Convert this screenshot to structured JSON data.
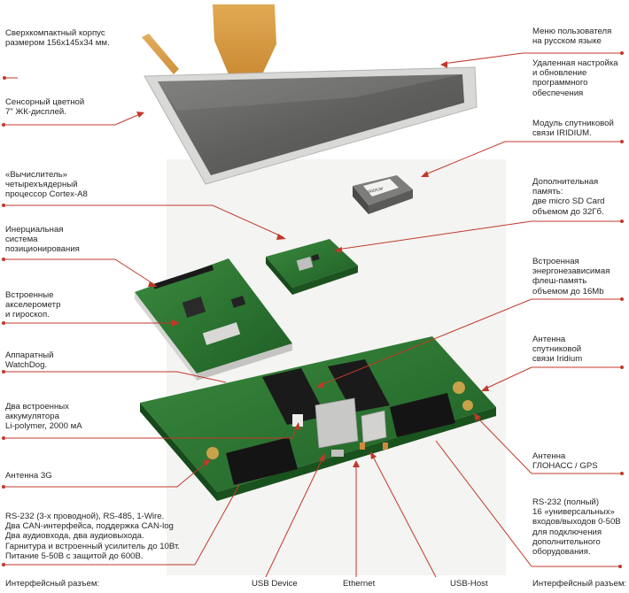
{
  "colors": {
    "leader": "#c0392b",
    "pcb_green": "#2d7a33",
    "pcb_dark": "#1f5a24",
    "screen": "#6a6a68",
    "bezel": "#d7d7d5",
    "flex_cable": "#d99a3a"
  },
  "left_labels": [
    {
      "id": "case",
      "lines": [
        "Сверхкомпактный корпус",
        "размером 156х145х34 мм."
      ]
    },
    {
      "id": "display",
      "lines": [
        "Сенсорный цветной",
        "7\" ЖК-дисплей."
      ]
    },
    {
      "id": "cpu",
      "lines": [
        "«Вычислитель»",
        "четырехъядерный",
        "процессор Cortex-A8"
      ]
    },
    {
      "id": "ins",
      "lines": [
        "Инерциальная",
        "система",
        "позиционирования"
      ]
    },
    {
      "id": "accel",
      "lines": [
        "Встроенные",
        "акселерометр",
        "и гироскоп."
      ]
    },
    {
      "id": "watchdog",
      "lines": [
        "Аппаратный",
        "WatchDog."
      ]
    },
    {
      "id": "battery",
      "lines": [
        "Два встроенных",
        "аккумулятора",
        "Li-polymer, 2000 мА"
      ]
    },
    {
      "id": "antenna3g",
      "lines": [
        "Антенна 3G"
      ]
    },
    {
      "id": "interfaces",
      "lines": [
        "RS-232 (3-х проводной), RS-485, 1-Wire.",
        "Два CAN-интерфейса, поддержка CAN-log",
        "Два аудиовхода, два аудиовыхода.",
        "Гарнитура и встроенный усилитель до 10Вт.",
        "Питание 5-50В с защитой до 600В."
      ]
    }
  ],
  "right_labels": [
    {
      "id": "menu",
      "lines": [
        "Меню пользователя",
        "на русском языке"
      ]
    },
    {
      "id": "remote",
      "lines": [
        "Удаленная настройка",
        "и обновление",
        "программного",
        "обеспечения"
      ]
    },
    {
      "id": "iridium",
      "lines": [
        "Модуль спутниковой",
        "связи IRIDIUM."
      ]
    },
    {
      "id": "sdcard",
      "lines": [
        "Дополнительная",
        "память:",
        "две micro SD Card",
        "объемом до 32Гб."
      ]
    },
    {
      "id": "flash",
      "lines": [
        "Встроенная",
        "энергонезависимая",
        "флеш-память",
        "объемом до 16Mb"
      ]
    },
    {
      "id": "ant_iridium",
      "lines": [
        "Антенна",
        "спутниковой",
        "связи Iridium"
      ]
    },
    {
      "id": "glonass",
      "lines": [
        "Антенна",
        "ГЛОНАСС / GPS"
      ]
    },
    {
      "id": "rs232full",
      "lines": [
        "RS-232 (полный)",
        "16 «универсальных»",
        "входов/выходов 0-50В",
        "для подключения",
        "дополнительного",
        "оборудования."
      ]
    }
  ],
  "bottom_labels": {
    "interface_left": "Интерфейсный разъем:",
    "usb_device": "USB Device",
    "ethernet": "Ethernet",
    "usb_host": "USB-Host",
    "interface_right": "Интерфейсный разъем:"
  },
  "module_sticker_text": "IRIDIUM"
}
